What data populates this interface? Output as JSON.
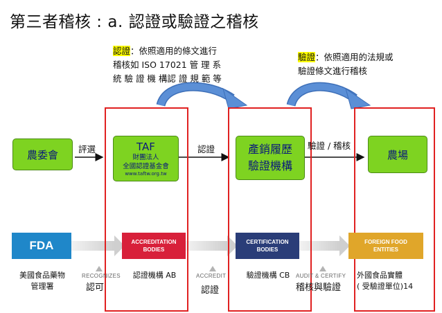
{
  "title": "第三者稽核 : a. 認證或驗證之稽核",
  "note_left": {
    "highlight": "認證",
    "line1_rest": "：依照適用的條文進行",
    "line2": "稽核如 ISO 17021 管 理 系",
    "line3": "統 驗 證 機 構認 證 規 範 等"
  },
  "note_right": {
    "highlight": "驗證",
    "line1_rest": "：依照適用的法規或",
    "line2": "驗證條文進行稽核"
  },
  "nodes": {
    "coa": "農委會",
    "taf_title": "TAF",
    "taf_line1": "財團法人",
    "taf_line2": "全國認證基金會",
    "taf_url": "www.taftw.org.tw",
    "cert_body_line1": "產銷履歷",
    "cert_body_line2": "驗證機構",
    "farm": "農場"
  },
  "edges": {
    "e1": "評選",
    "e2": "認證",
    "e3": "驗證 / 稽核"
  },
  "logos": {
    "fda": "FDA",
    "ab_line1": "ACCREDITATION",
    "ab_line2": "BODIES",
    "cb_line1": "CERTIFICATION",
    "cb_line2": "BODIES",
    "ff_line1": "FOREIGN FOOD",
    "ff_line2": "ENTITIES"
  },
  "gray_labels": {
    "g1": "RECOGNIZES",
    "g2": "ACCREDIT",
    "g3": "AUDIT & CERTIFY"
  },
  "captions": {
    "fda_line1": "美國食品藥物",
    "fda_line2": "管理署",
    "ab": "認證機構 AB",
    "cb": "驗證機構 CB",
    "ff_line1": "外國食品實體",
    "ff_line2": "( 受驗證單位)",
    "rec": "認可",
    "acc": "認證",
    "audit": "稽核與驗證"
  },
  "page_number": "14",
  "colors": {
    "green_box": "#7ed321",
    "red_frame": "#e02020",
    "blue_arrow": "#5b8fd6",
    "fda": "#1f87c9",
    "ab": "#d8203a",
    "cb": "#2a3d78",
    "ff": "#e0a62a"
  }
}
